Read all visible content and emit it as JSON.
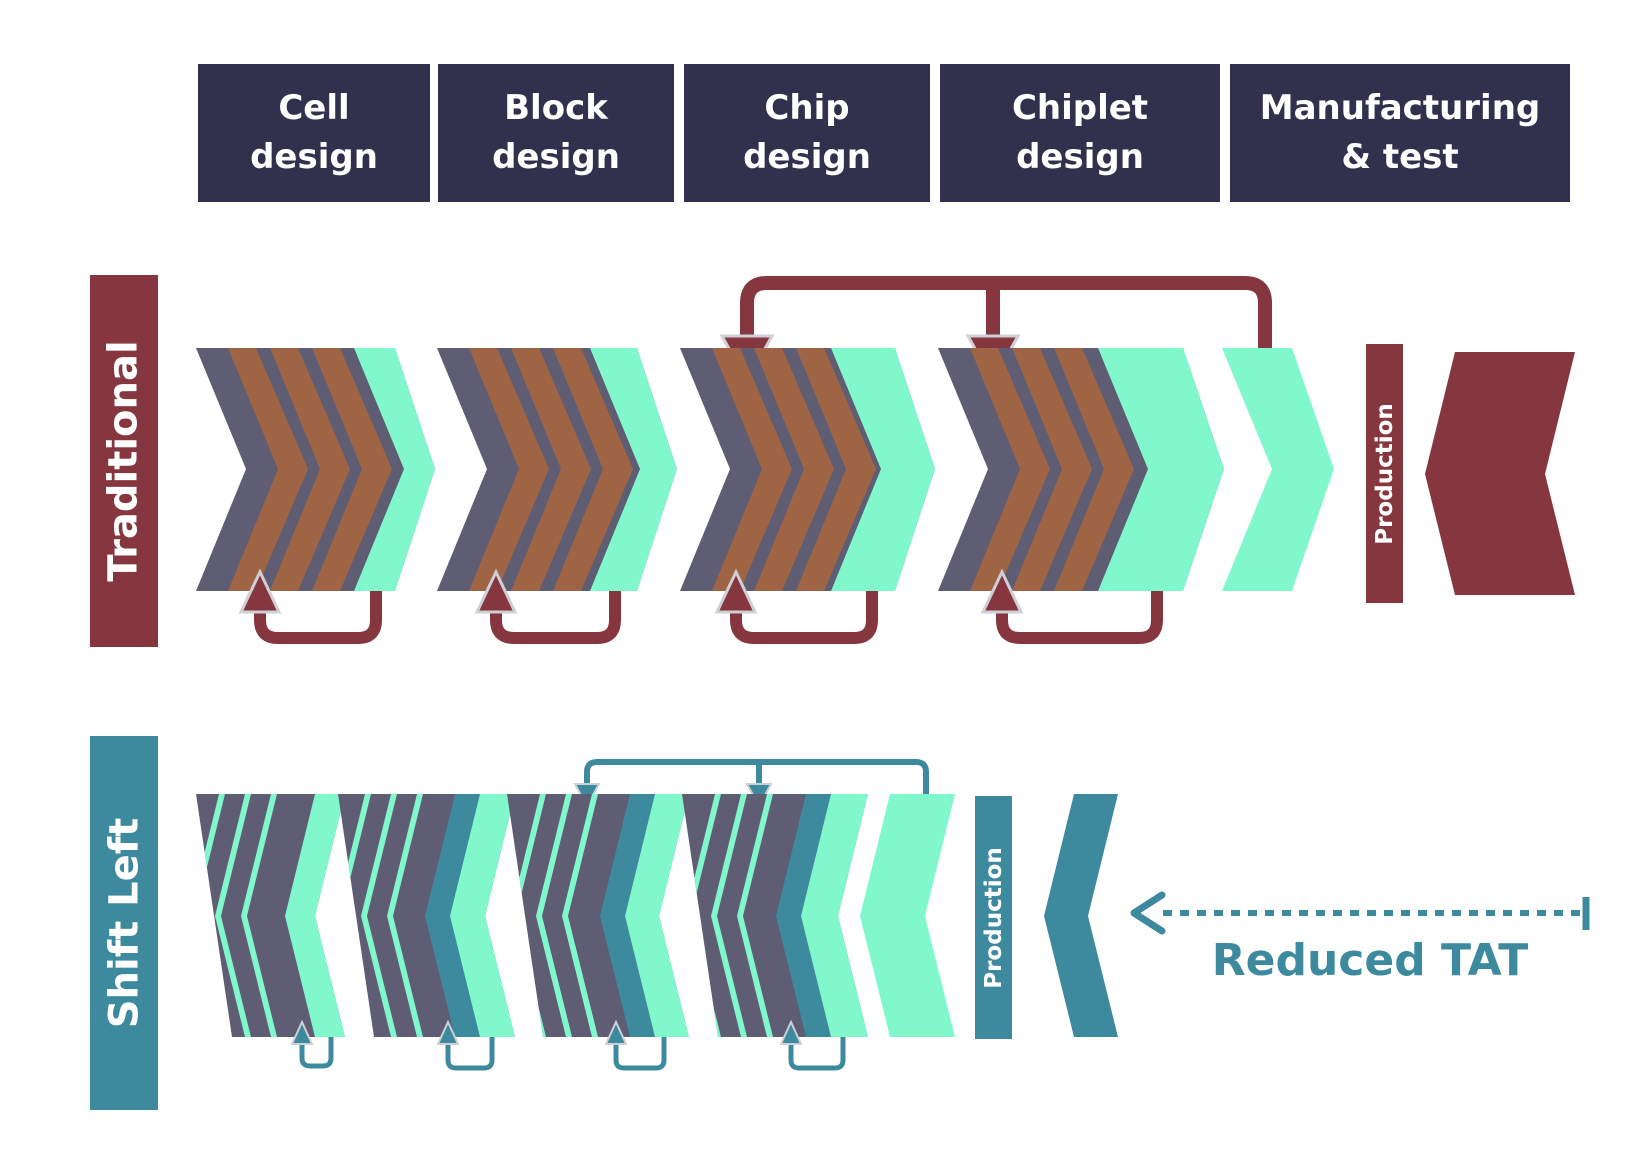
{
  "header": {
    "stages": [
      {
        "label": "Cell\ndesign"
      },
      {
        "label": "Block\ndesign"
      },
      {
        "label": "Chip\ndesign"
      },
      {
        "label": "Chiplet\ndesign"
      },
      {
        "label": "Manufacturing\n& test"
      }
    ]
  },
  "rows": {
    "traditional": {
      "label": "Traditional",
      "production_label": "Production"
    },
    "shift_left": {
      "label": "Shift Left",
      "production_label": "Production"
    }
  },
  "reduced_tat": {
    "label": "Reduced TAT"
  },
  "colors": {
    "header_bg": "#32314d",
    "traditional": "#86363e",
    "shift_left": "#3d8a9e",
    "chevron_gray": "#5e5d74",
    "chevron_orange": "#9e6444",
    "chevron_mint": "#80f8cc"
  }
}
